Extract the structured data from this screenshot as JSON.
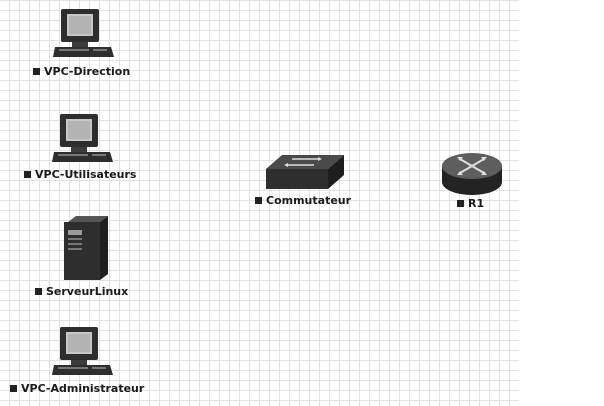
{
  "canvas": {
    "grid_color": "#e2e2e2",
    "background": "#ffffff"
  },
  "nodes": [
    {
      "id": "vpc-direction",
      "label": "VPC-Direction",
      "icon": "desktop-computer-icon",
      "status_color": "#222222"
    },
    {
      "id": "vpc-utilisateurs",
      "label": "VPC-Utilisateurs",
      "icon": "desktop-computer-icon",
      "status_color": "#222222"
    },
    {
      "id": "serveurlinux",
      "label": "ServeurLinux",
      "icon": "server-tower-icon",
      "status_color": "#222222"
    },
    {
      "id": "vpc-administrateur",
      "label": "VPC-Administrateur",
      "icon": "desktop-computer-icon",
      "status_color": "#222222"
    },
    {
      "id": "commutateur",
      "label": "Commutateur",
      "icon": "network-switch-icon",
      "status_color": "#222222"
    },
    {
      "id": "r1",
      "label": "R1",
      "icon": "router-icon",
      "status_color": "#222222"
    }
  ]
}
